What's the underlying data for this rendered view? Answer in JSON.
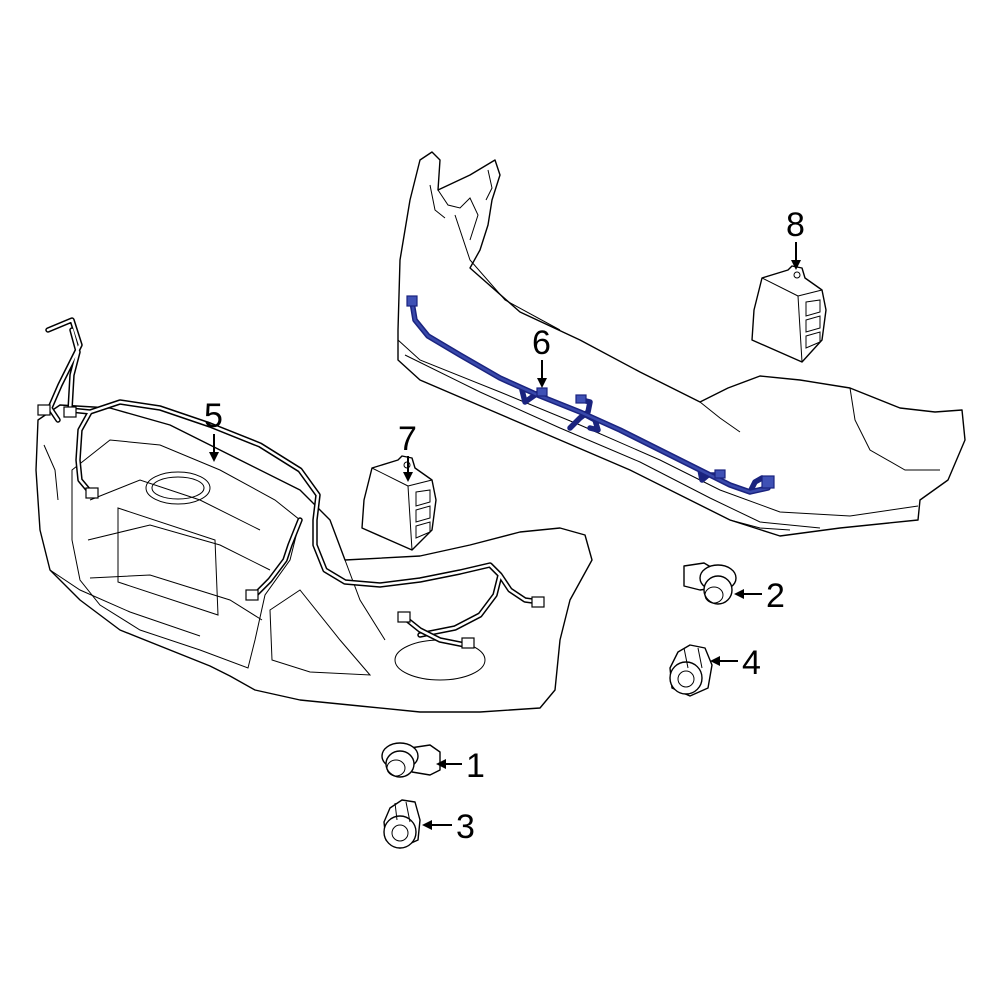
{
  "callouts": [
    {
      "id": "1",
      "label": "1"
    },
    {
      "id": "2",
      "label": "2"
    },
    {
      "id": "3",
      "label": "3"
    },
    {
      "id": "4",
      "label": "4"
    },
    {
      "id": "5",
      "label": "5"
    },
    {
      "id": "6",
      "label": "6"
    },
    {
      "id": "7",
      "label": "7"
    },
    {
      "id": "8",
      "label": "8"
    }
  ],
  "colors": {
    "highlight_harness": "#1a237e",
    "line": "#000000",
    "background": "#ffffff"
  }
}
